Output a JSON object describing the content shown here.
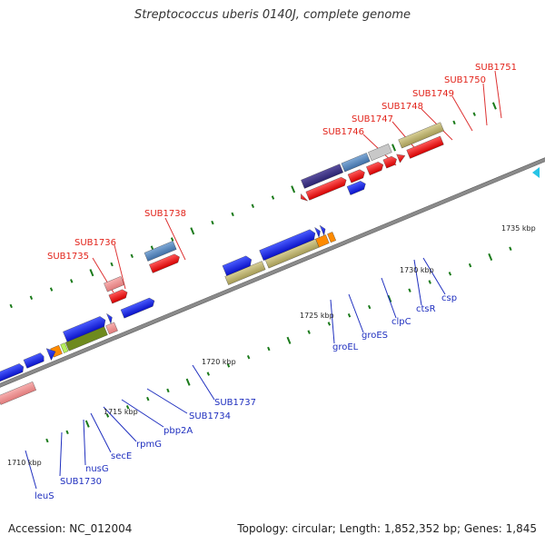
{
  "title": "Streptococcus uberis 0140J, complete genome",
  "accession": "Accession: NC_012004",
  "topology": "Topology: circular; Length: 1,852,352 bp; Genes: 1,845",
  "kbp_labels": [
    "1710 kbp",
    "1715 kbp",
    "1720 kbp",
    "1725 kbp",
    "1730 kbp",
    "1735 kbp"
  ],
  "upper_labels": [
    "SUB1735",
    "SUB1736",
    "SUB1738",
    "SUB1746",
    "SUB1747",
    "SUB1748",
    "SUB1749",
    "SUB1750",
    "SUB1751"
  ],
  "lower_labels": [
    "leuS",
    "SUB1730",
    "nusG",
    "secE",
    "rpmG",
    "pbp2A",
    "SUB1734",
    "SUB1737",
    "groEL",
    "groES",
    "clpC",
    "ctsR",
    "csp"
  ],
  "colors": {
    "red": "#e2231a",
    "blue": "#1f2fbf",
    "track": "#888888",
    "tick": "#1a7a1a"
  }
}
